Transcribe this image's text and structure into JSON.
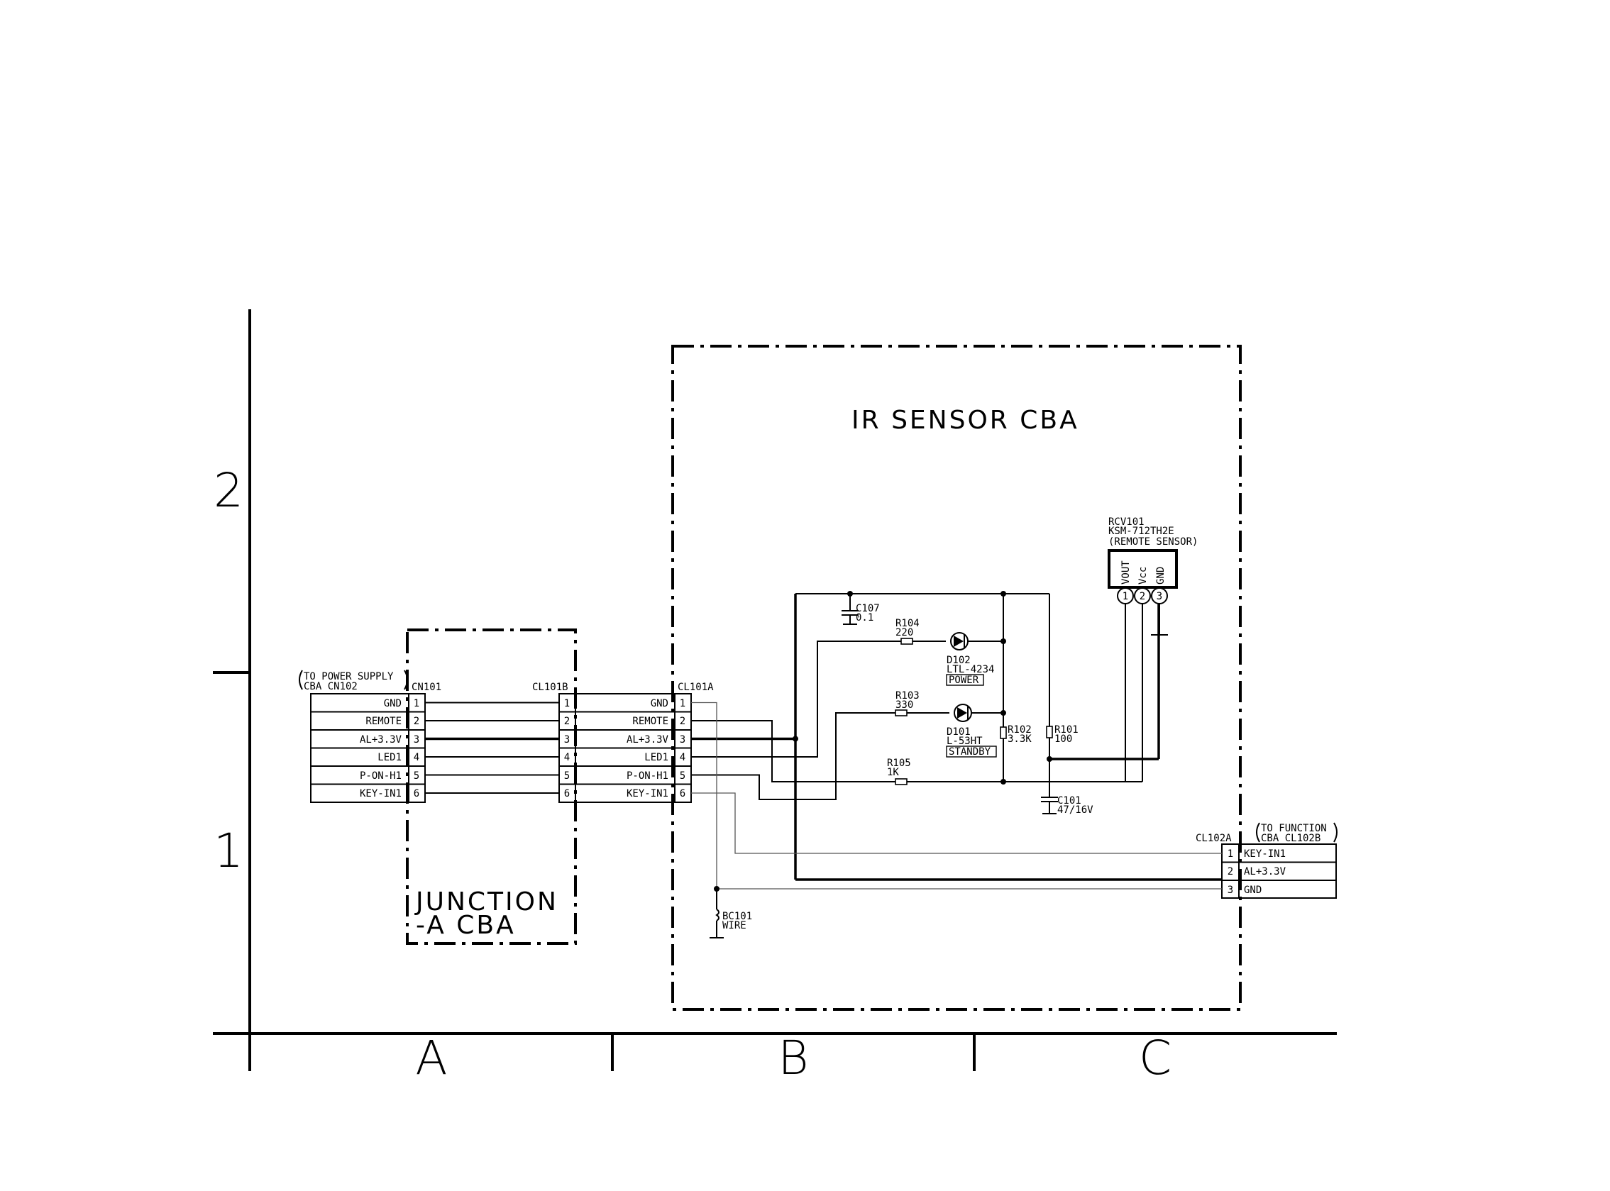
{
  "grid": {
    "cols": [
      "A",
      "B",
      "C"
    ],
    "rows": [
      "2",
      "1"
    ]
  },
  "blocks": {
    "ir_sensor": "IR SENSOR CBA",
    "junction_1": "JUNCTION",
    "junction_2": "-A CBA"
  },
  "left_note": {
    "line1": "TO POWER SUPPLY",
    "line2": "CBA CN102"
  },
  "right_note": {
    "line1": "TO FUNCTION",
    "line2": "CBA CL102B"
  },
  "connectors": {
    "cn101": "CN101",
    "cl101b": "CL101B",
    "cl101a": "CL101A",
    "cl102a": "CL102A"
  },
  "pins6": [
    {
      "num": "1",
      "signal": "GND"
    },
    {
      "num": "2",
      "signal": "REMOTE"
    },
    {
      "num": "3",
      "signal": "AL+3.3V"
    },
    {
      "num": "4",
      "signal": "LED1"
    },
    {
      "num": "5",
      "signal": "P-ON-H1"
    },
    {
      "num": "6",
      "signal": "KEY-IN1"
    }
  ],
  "pins3": [
    {
      "num": "1",
      "signal": "KEY-IN1"
    },
    {
      "num": "2",
      "signal": "AL+3.3V"
    },
    {
      "num": "3",
      "signal": "GND"
    }
  ],
  "components": {
    "c107": {
      "ref": "C107",
      "value": "0.1"
    },
    "r104": {
      "ref": "R104",
      "value": "220"
    },
    "d102": {
      "ref": "D102",
      "part": "LTL-4234",
      "label": "POWER"
    },
    "r103": {
      "ref": "R103",
      "value": "330"
    },
    "d101": {
      "ref": "D101",
      "part": "L-53HT",
      "label": "STANDBY"
    },
    "r102": {
      "ref": "R102",
      "value": "3.3K"
    },
    "r101": {
      "ref": "R101",
      "value": "100"
    },
    "r105": {
      "ref": "R105",
      "value": "1K"
    },
    "c101": {
      "ref": "C101",
      "value": "47/16V"
    },
    "bc101": {
      "ref": "BC101",
      "value": "WIRE"
    },
    "rcv101": {
      "ref": "RCV101",
      "part": "KSM-712TH2E",
      "desc": "(REMOTE SENSOR)",
      "pins": [
        {
          "num": "1",
          "name": "VOUT"
        },
        {
          "num": "2",
          "name": "Vcc"
        },
        {
          "num": "3",
          "name": "GND"
        }
      ]
    }
  }
}
